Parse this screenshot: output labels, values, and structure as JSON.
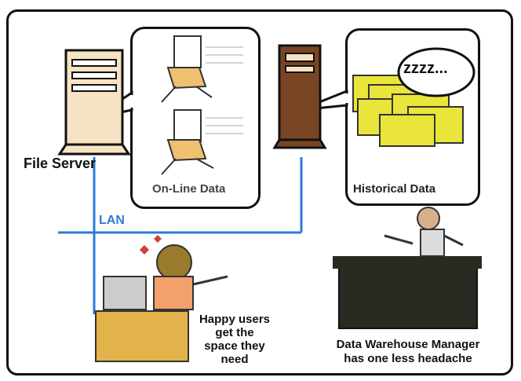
{
  "labels": {
    "file_server": "File Server",
    "online_data": "On-Line Data",
    "historical_data": "Historical Data",
    "lan": "LAN",
    "happy_users": "Happy users\nget the\nspace they\nneed",
    "dw_manager": "Data Warehouse Manager\nhas one less headache",
    "sleep_text": "zzzz..."
  },
  "colors": {
    "lan_line": "#2b7bd6",
    "lan_label": "#2b7bd6",
    "folder": "#e9e53a",
    "server_body": "#f6e3c4",
    "archive_body": "#7a4524",
    "desk": "#e1b34a",
    "dw_desk": "#2a2a22"
  }
}
